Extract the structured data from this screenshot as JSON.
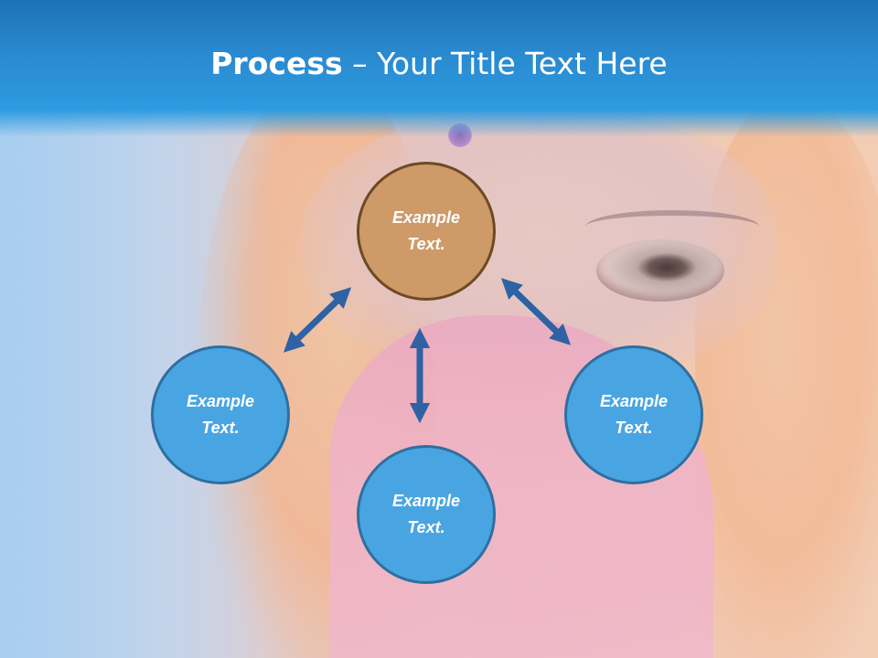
{
  "slide": {
    "title_bold": "Process",
    "title_rest": " – Your Title Text Here"
  },
  "nodes": {
    "top": {
      "text": "Example Text.",
      "color": "#cd9a68"
    },
    "left": {
      "text": "Example Text.",
      "color": "#49a5e1"
    },
    "bottom": {
      "text": "Example Text.",
      "color": "#49a5e1"
    },
    "right": {
      "text": "Example Text.",
      "color": "#49a5e1"
    }
  },
  "colors": {
    "header": "#2a8ad0",
    "arrow": "#2e62a4",
    "node_blue": "#49a5e1",
    "node_orange": "#cd9a68"
  }
}
